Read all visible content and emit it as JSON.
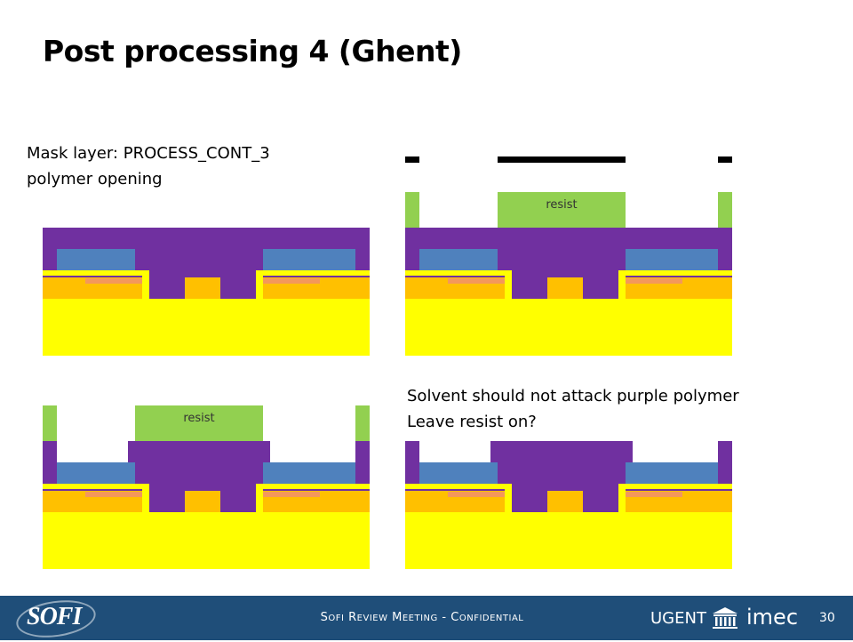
{
  "slide": {
    "title": "Post processing 4 (Ghent)",
    "note_top": [
      "Mask layer: PROCESS_CONT_3",
      "polymer opening"
    ],
    "note_bottom": [
      "Solvent should not attack purple polymer",
      "Leave resist on?"
    ],
    "resist_label": "resist"
  },
  "colors": {
    "substrate": "#ffff00",
    "orange_layer": "#ffc000",
    "thin_strip": "#f4985a",
    "blue_block": "#4f81bd",
    "purple_polymer": "#7030a0",
    "resist": "#92d050",
    "mask": "#000000",
    "footer_bg": "#1f4e79"
  },
  "panels": [
    {
      "id": "top-left",
      "resist": "none",
      "mask": false,
      "polymer_open": false
    },
    {
      "id": "top-right",
      "resist": "patterned",
      "mask": true,
      "polymer_open": false
    },
    {
      "id": "bottom-left",
      "resist": "patterned",
      "mask": false,
      "polymer_open": true
    },
    {
      "id": "bottom-right",
      "resist": "none",
      "mask": false,
      "polymer_open": true
    }
  ],
  "footer": {
    "logo": "SOFI",
    "meeting_text": "SOFI REVIEW MEETING - CONFIDENTIAL",
    "ugent": "UGENT",
    "imec": "imec",
    "page_number": "30"
  }
}
